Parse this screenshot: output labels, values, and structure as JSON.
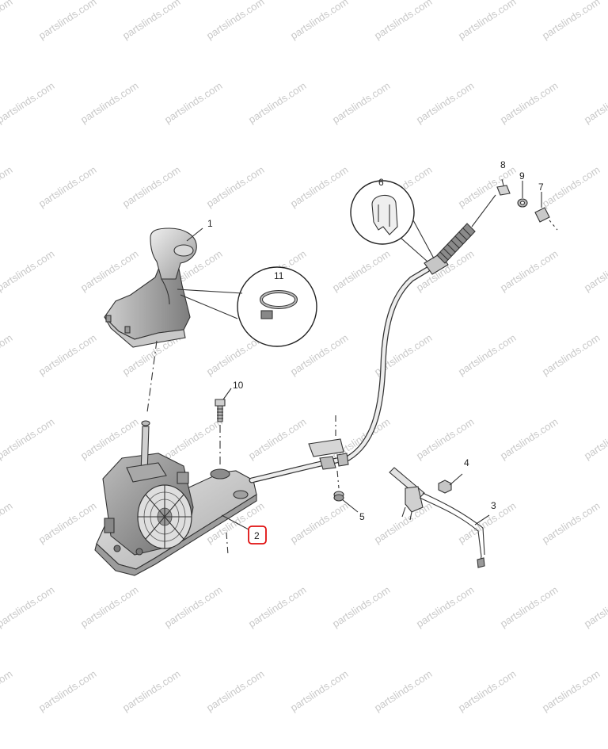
{
  "watermark": "partslinds.com",
  "highlight_color": "#e01010",
  "callouts": {
    "c1": "1",
    "c2": "2",
    "c3": "3",
    "c4": "4",
    "c5": "5",
    "c6": "6",
    "c7": "7",
    "c8": "8",
    "c9": "9",
    "c10": "10",
    "c11": "11"
  },
  "highlighted_callout": "2"
}
